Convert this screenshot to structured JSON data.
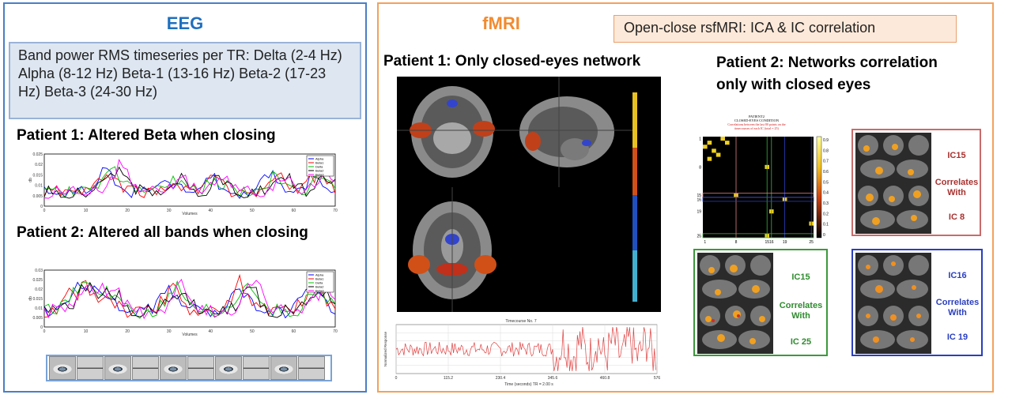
{
  "eeg": {
    "title": "EEG",
    "band_desc": "Band power RMS timeseries per TR: Delta (2-4 Hz) Alpha (8-12 Hz)  Beta-1 (13-16 Hz) Beta-2 (17-23 Hz) Beta-3 (24-30 Hz)",
    "patient1_label": "Patient 1: Altered Beta when closing",
    "patient2_label": "Patient 2: Altered all bands when closing",
    "plot1": {
      "yticks": [
        "0.025",
        "0.02",
        "0.015",
        "0.01",
        "0.005",
        "0"
      ],
      "xticks": [
        "0",
        "10",
        "20",
        "30",
        "40",
        "50",
        "60",
        "70"
      ],
      "legend": [
        "Alpha",
        "Beta1",
        "Delta",
        "Beta2",
        "Beta3"
      ],
      "xlabel": "Volumes",
      "ylabel": "db"
    },
    "plot2": {
      "yticks": [
        "0.03",
        "0.025",
        "0.02",
        "0.015",
        "0.01",
        "0.005",
        "0"
      ],
      "xticks": [
        "0",
        "10",
        "20",
        "30",
        "40",
        "50",
        "60",
        "70"
      ],
      "legend": [
        "Alpha",
        "Beta1",
        "Delta",
        "Beta2",
        "Beta3"
      ],
      "xlabel": "Volumes",
      "ylabel": "db"
    },
    "series_colors": [
      "#0000ff",
      "#ff0000",
      "#00c000",
      "#000000",
      "#ff00ff"
    ]
  },
  "fmri": {
    "title": "fMRI",
    "ica_box": "Open-close rsfMRI: ICA & IC correlation",
    "patient1_label": "Patient 1: Only closed-eyes network",
    "patient2_label_line1": "Patient 2: Networks correlation",
    "patient2_label_line2": "only with closed eyes",
    "timecourse": {
      "title": "Timecourse No. 7",
      "xlabel": "Time (seconds) TR = 2.00 s",
      "xticks": [
        "0",
        "115.2",
        "230.4",
        "345.6",
        "460.8",
        "576"
      ],
      "ylabel": "Normalized Response"
    },
    "corr_matrix": {
      "title_line1": "PATIENT2",
      "title_line2": "CLOSED-EYES CONDITION",
      "subtitle_line1": "Correlations between the last 80 points on the",
      "subtitle_line2": "timecourses of each IC (total = 25)",
      "yticks": [
        "1",
        "8",
        "15",
        "16",
        "19",
        "25"
      ],
      "xticks": [
        "1",
        "8",
        "1516",
        "19",
        "25"
      ],
      "colorbar_ticks": [
        "0.9",
        "0.8",
        "0.7",
        "0.6",
        "0.5",
        "0.4",
        "0.3",
        "0.2",
        "0.1",
        "0"
      ]
    },
    "mini_panels": [
      {
        "color": "#c96b6b",
        "label_a": "IC15",
        "label_b": "Correlates\nWith",
        "label_c": "IC 8",
        "text_color": "#a8322f"
      },
      {
        "color": "#3a9a3a",
        "label_a": "IC15",
        "label_b": "Correlates\nWith",
        "label_c": "IC 25",
        "text_color": "#2f8b2f"
      },
      {
        "color": "#2a3fbf",
        "label_a": "IC16",
        "label_b": "Correlates\nWith",
        "label_c": "IC 19",
        "text_color": "#2a3fbf"
      }
    ]
  },
  "colors": {
    "eeg_border": "#4a7ec6",
    "eeg_title": "#1f6fbf",
    "fmri_border": "#f2a25c",
    "fmri_title": "#f28b30"
  }
}
